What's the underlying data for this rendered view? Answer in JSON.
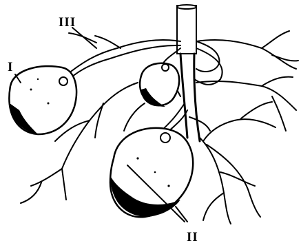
{
  "labels": {
    "label_1": "I",
    "label_2": "II",
    "label_3": "III"
  },
  "colors": {
    "ink": "#000000",
    "paper": "#ffffff"
  }
}
